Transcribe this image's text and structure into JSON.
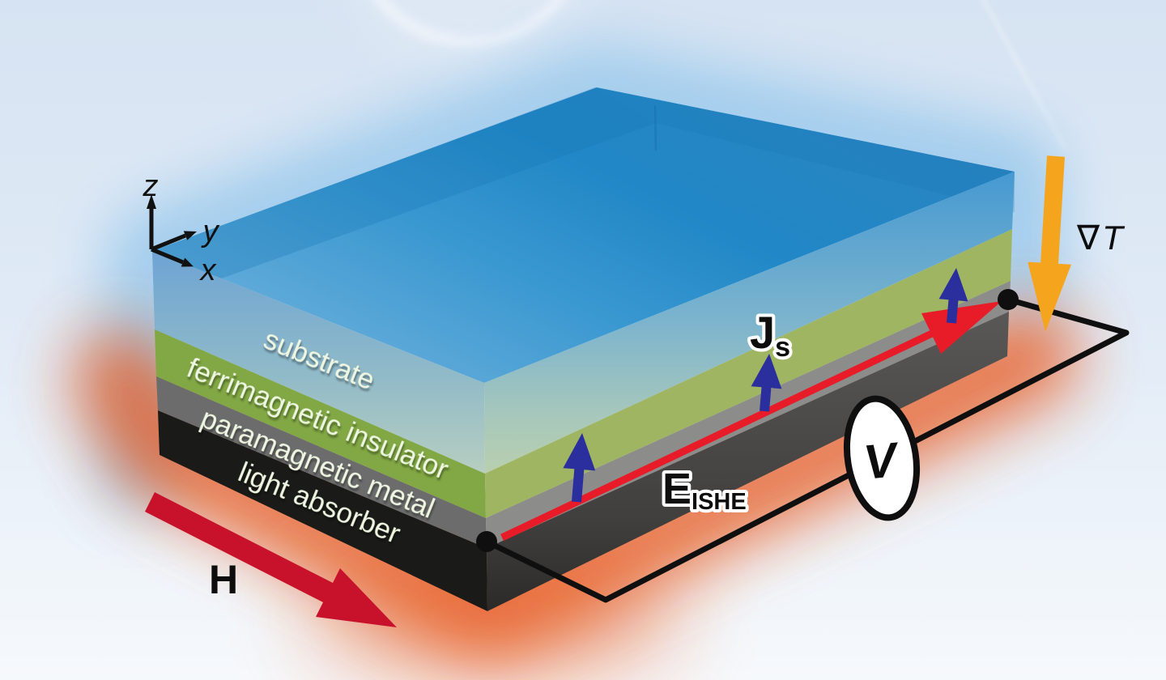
{
  "figure": {
    "axes": {
      "z": "z",
      "y": "y",
      "x": "x"
    },
    "layers": {
      "substrate": "substrate",
      "ferrimagnetic_insulator": "ferrimagnetic insulator",
      "paramagnetic_metal": "paramagnetic metal",
      "light_absorber": "light absorber"
    },
    "annotations": {
      "temperature_gradient_symbol": "∇",
      "temperature_gradient_var": "T",
      "spin_current_main": "J",
      "spin_current_sub": "s",
      "e_field_main": "E",
      "e_field_sub": "ISHE",
      "magnetic_field": "H",
      "voltmeter": "V"
    },
    "colors": {
      "substrate_top_blue": "#2e8fc9",
      "insulator_green_left": "#81a844",
      "insulator_green_right": "#9fb562",
      "metal_gray_left": "#6c6c6c",
      "metal_gray_right": "#8c8c8a",
      "absorber_black_left": "#1a1a18",
      "absorber_black_right": "#4e4c4a",
      "spin_arrow_blue": "#2b2f9e",
      "e_arrow_red": "#e81c28",
      "h_arrow_red": "#c8122c",
      "gradient_arrow_orange": "#f5a41e",
      "wire_black": "#0f0f0f",
      "glow_orange": "#e8591c",
      "glow_blue": "#9ccaec",
      "background_top": "#d7e4f2",
      "background_bottom": "#f4f8fb",
      "label_white": "#f7f9f4",
      "label_pale_green": "#e9f6d8"
    }
  }
}
